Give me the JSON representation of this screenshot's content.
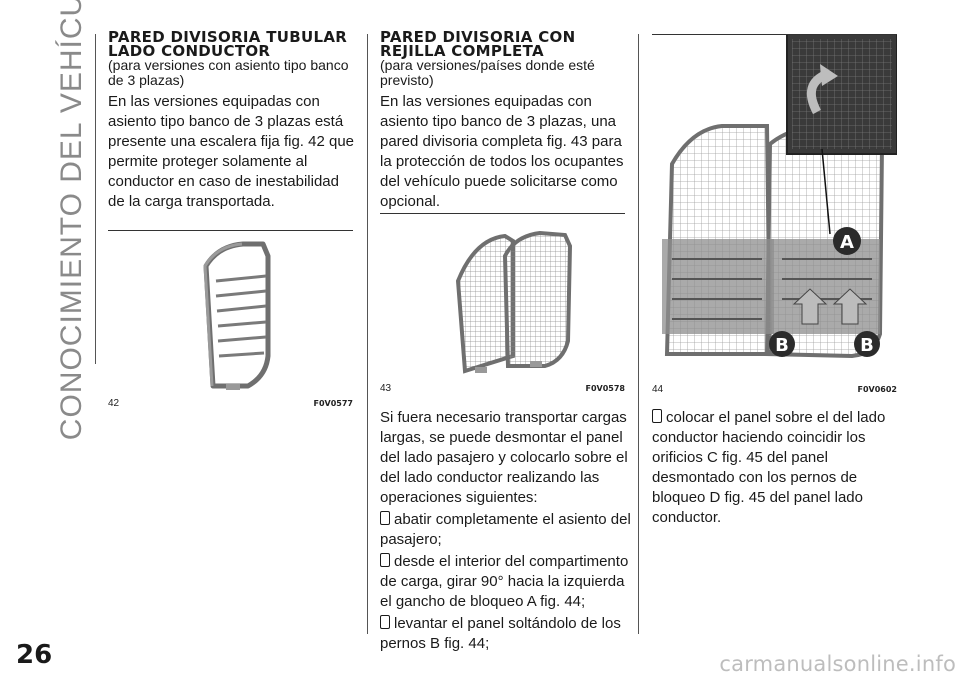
{
  "side_title": "CONOCIMIENTO DEL VEHÍCULO",
  "page_number": "26",
  "col1": {
    "heading": "PARED DIVISORIA TUBULAR LADO CONDUCTOR",
    "sub": "(para versiones con asiento tipo banco de 3 plazas)",
    "body": "En las versiones equipadas con asiento tipo banco de 3 plazas está presente una escalera fija fig. 42 que permite proteger solamente al conductor en caso de inestabilidad de la carga transportada.",
    "figure": {
      "number": "42",
      "code": "F0V0577"
    }
  },
  "col2": {
    "heading": "PARED DIVISORIA CON REJILLA COMPLETA",
    "sub": "(para versiones/países donde esté previsto)",
    "body": "En las versiones equipadas con asiento tipo banco de 3 plazas, una pared divisoria completa fig. 43 para la protección de todos los ocupantes del vehículo puede solicitarse como opcional.",
    "figure": {
      "number": "43",
      "code": "F0V0578"
    },
    "para2": "Si fuera necesario transportar cargas largas, se puede desmontar el panel del lado pasajero y colocarlo sobre el del lado conductor realizando las operaciones siguientes:",
    "bullets": [
      "abatir completamente el asiento del pasajero;",
      "desde el interior del compartimento de carga, girar 90° hacia la izquierda el gancho de bloqueo A fig. 44;",
      "levantar el panel soltándolo de los pernos B fig. 44;"
    ]
  },
  "col3": {
    "figure": {
      "number": "44",
      "code": "F0V0602",
      "label_a": "A",
      "label_b": "B"
    },
    "bullets": [
      "colocar el panel sobre el del lado conductor haciendo coincidir los orificios C fig. 45 del panel desmontado con los pernos de bloqueo D fig. 45 del panel lado conductor."
    ]
  },
  "watermark": "carmanualsonline.info"
}
